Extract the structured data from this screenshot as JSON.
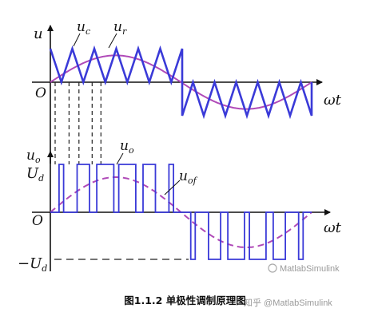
{
  "figure": {
    "caption": "图1.1.2 单极性调制原理图",
    "top_panel": {
      "y_axis_label": "u",
      "x_axis_label": "ωt",
      "origin_label": "O",
      "carrier_label_main": "u",
      "carrier_label_sub": "c",
      "reference_label_main": "u",
      "reference_label_sub": "r"
    },
    "bottom_panel": {
      "y_axis_label_main": "u",
      "y_axis_label_sub": "o",
      "x_axis_label": "ωt",
      "origin_label": "O",
      "pos_level_main": "U",
      "pos_level_sub": "d",
      "neg_level_main": "−U",
      "neg_level_sub": "d",
      "output_label_main": "u",
      "output_label_sub": "o",
      "fundamental_label_main": "u",
      "fundamental_label_sub": "of"
    },
    "watermark_1": "MatlabSimulink",
    "watermark_2": "知乎 @MatlabSimulink",
    "colors": {
      "carrier": "#3a3ad8",
      "reference": "#b04ab8",
      "axis": "#111111",
      "dashed": "#222222"
    }
  }
}
